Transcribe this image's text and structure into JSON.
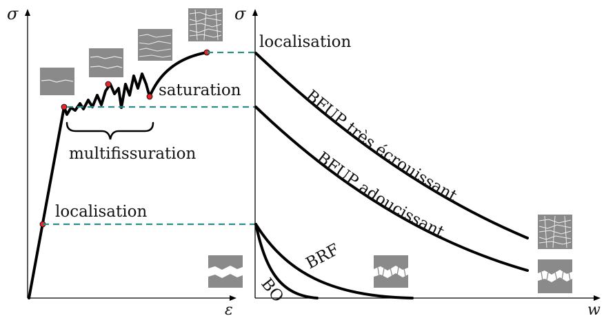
{
  "left_panel": {
    "y_axis_label": "σ",
    "x_axis_label": "ε",
    "labels": {
      "localisation": "localisation",
      "multifissuration": "multifissuration",
      "saturation": "saturation"
    }
  },
  "right_panel": {
    "y_axis_label": "σ",
    "x_axis_label": "w",
    "labels": {
      "localisation": "localisation",
      "bfup_ecrouissant": "BFUP très écrouissant",
      "bfup_adoucissant": "BFUP adoucissant",
      "brf": "BRF",
      "bo": "BO"
    }
  },
  "colors": {
    "curve": "#000000",
    "dashed_line": "#2e8b86",
    "marker": "#e0262b",
    "crack_sample": "#8a8a8a"
  }
}
